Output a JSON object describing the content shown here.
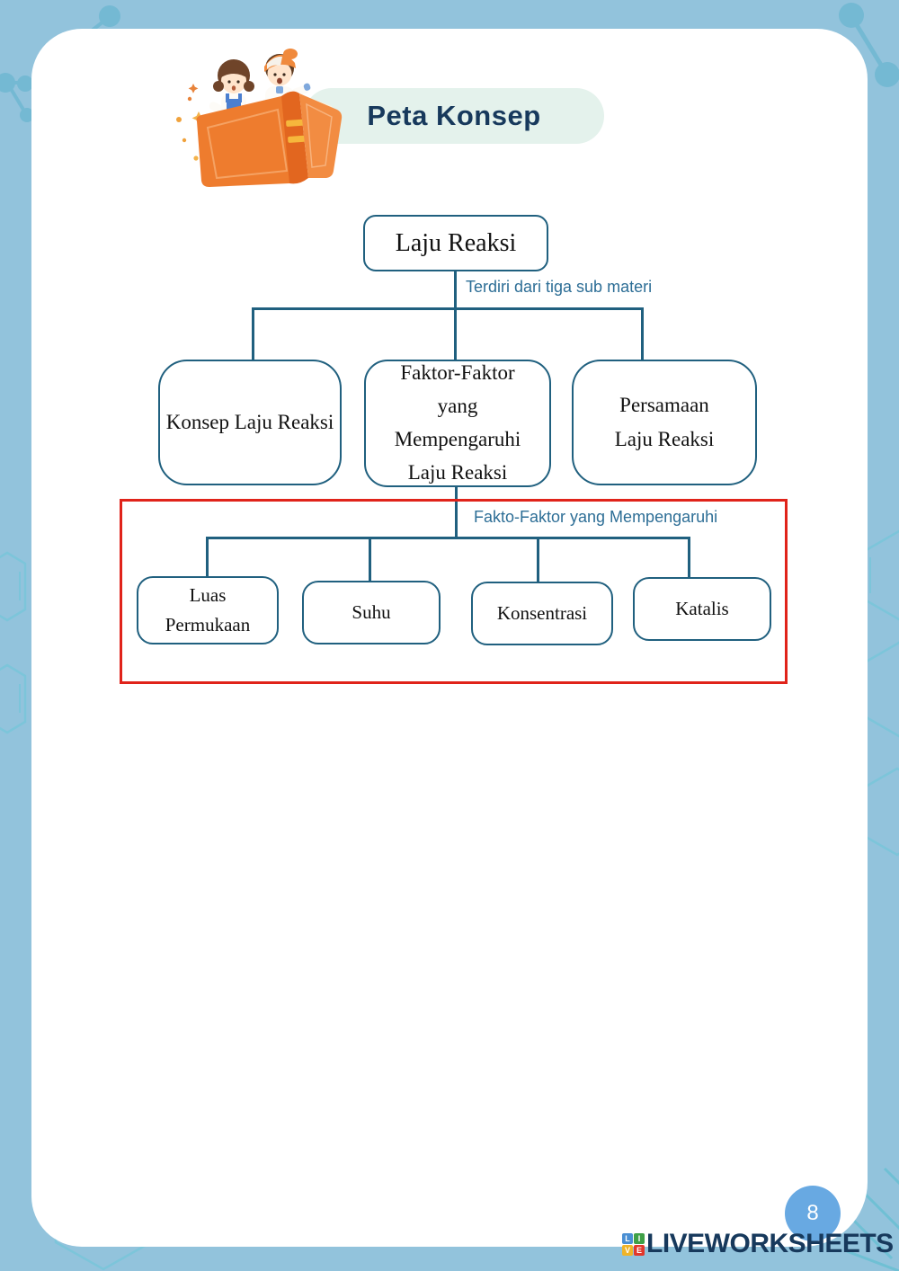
{
  "header": {
    "title": "Peta Konsep"
  },
  "diagram": {
    "root": "Laju Reaksi",
    "root_caption": "Terdiri dari tiga sub materi",
    "level1": [
      "Konsep Laju Reaksi",
      "Faktor-Faktor yang Mempengaruhi Laju Reaksi",
      "Persamaan Laju Reaksi"
    ],
    "highlight_caption": "Fakto-Faktor yang Mempengaruhi",
    "factors": [
      "Luas Permukaan",
      "Suhu",
      "Konsentrasi",
      "Katalis"
    ]
  },
  "footer": {
    "page_number": "8",
    "brand": {
      "name": "LIVEWORKSHEETS",
      "squares": [
        {
          "letter": "L",
          "color": "#4a8fd3"
        },
        {
          "letter": "I",
          "color": "#3fa047"
        },
        {
          "letter": "V",
          "color": "#f0b428"
        },
        {
          "letter": "E",
          "color": "#e2382c"
        }
      ]
    }
  },
  "colors": {
    "background": "#92c3dc",
    "card": "#ffffff",
    "pill_background": "#e4f2ec",
    "title_text": "#17395c",
    "connector_line": "#20607f",
    "caption_text": "#2d6e96",
    "highlight_frame": "#e0231a",
    "page_badge": "#68a9e2",
    "brand_text": "#17395c",
    "book_orange": "#ee7c2e"
  }
}
